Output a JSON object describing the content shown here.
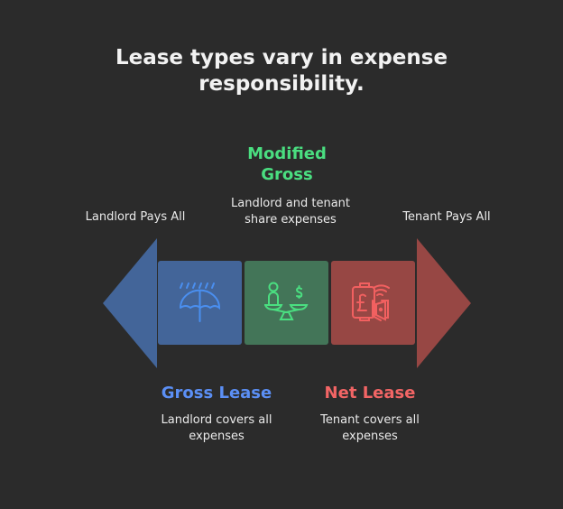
{
  "title": "Lease types vary in expense responsibility.",
  "labels": {
    "left_end": "Landlord Pays All",
    "right_end": "Tenant Pays All"
  },
  "items": [
    {
      "name": "Gross Lease",
      "desc": "Landlord covers all expenses",
      "color": "#5b8ff5",
      "icon": "umbrella-rain-icon"
    },
    {
      "name": "Modified Gross",
      "desc": "Landlord and tenant share expenses",
      "color": "#4ade80",
      "icon": "balance-scale-person-dollar-icon"
    },
    {
      "name": "Net Lease",
      "desc": "Tenant covers all expenses",
      "color": "#f26565",
      "icon": "pound-wallet-payment-icon"
    }
  ]
}
